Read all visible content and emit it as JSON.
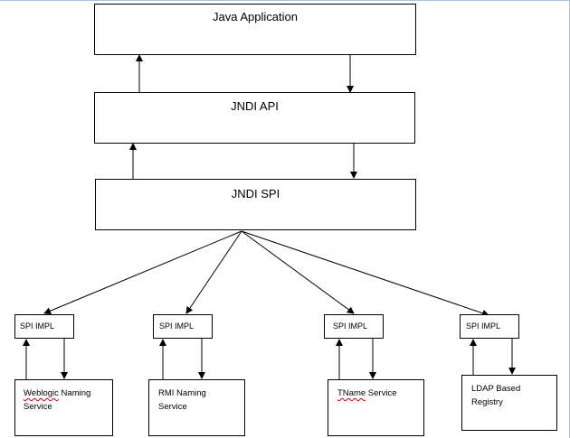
{
  "diagram": {
    "app_box": {
      "label": "Java Application"
    },
    "api_box": {
      "label": "JNDI API"
    },
    "spi_box": {
      "label": "JNDI SPI"
    },
    "impls": [
      {
        "label": "SPI IMPL",
        "service_part1": "Weblogic",
        "service_part2": " Naming",
        "service_line2": "Service"
      },
      {
        "label": "SPI IMPL",
        "service_part1": "RMI Naming",
        "service_part2": "",
        "service_line2": "Service"
      },
      {
        "label": "SPI IMPL",
        "service_part1": "TName",
        "service_part2": " Service",
        "service_line2": ""
      },
      {
        "label": "SPI IMPL",
        "service_part1": "LDAP Based",
        "service_part2": "",
        "service_line2": "Registry"
      }
    ],
    "colors": {
      "line": "#000000",
      "spellcheck_underline": "#d00000",
      "window_edge": "#a9c3df"
    }
  }
}
